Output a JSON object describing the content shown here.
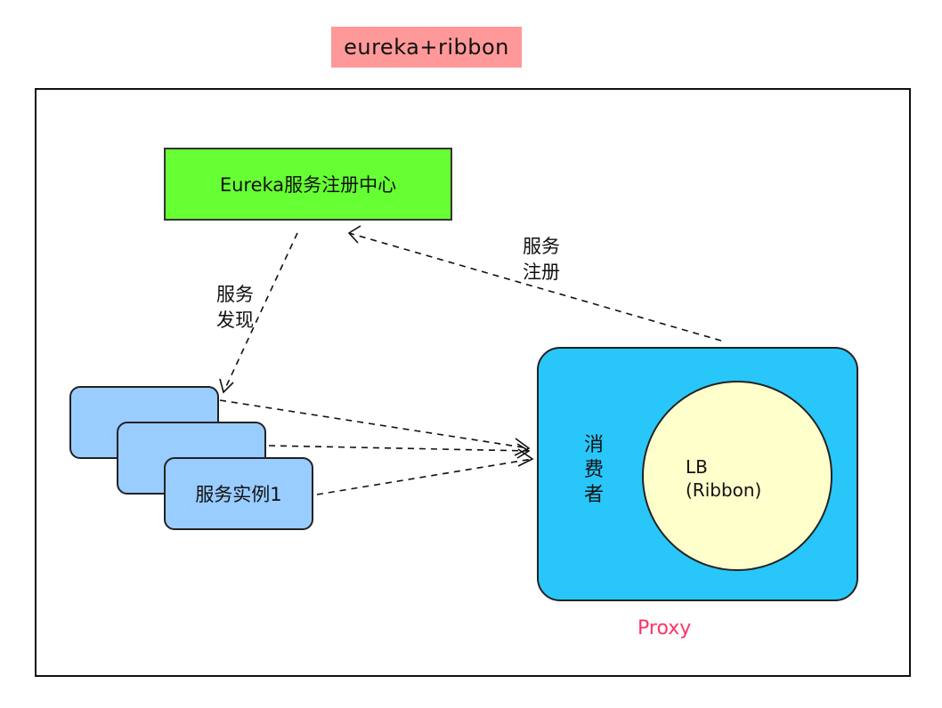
{
  "title": "eureka+ribbon",
  "registry": {
    "label": "Eureka服务注册中心"
  },
  "instances": {
    "front_label": "服务实例1"
  },
  "edges": {
    "discovery": {
      "line1": "服务",
      "line2": "发现"
    },
    "register": {
      "line1": "服务",
      "line2": "注册"
    }
  },
  "consumer": {
    "label": "消费者"
  },
  "lb": {
    "line1": "LB",
    "line2": "(Ribbon)"
  },
  "proxy": {
    "label": "Proxy"
  },
  "colors": {
    "title_bg": "#ff9999",
    "registry": "#66ff33",
    "instance": "#99ccff",
    "consumer": "#29c6f9",
    "lb": "#ffffcc",
    "proxy_text": "#ff3366"
  }
}
